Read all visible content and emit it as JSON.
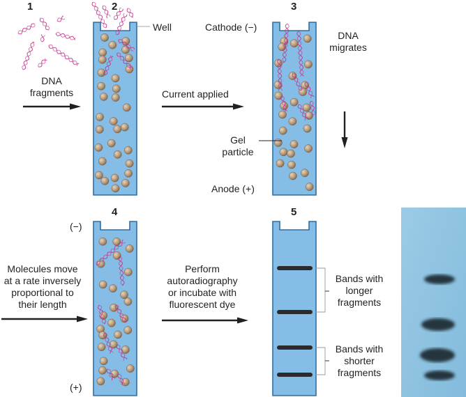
{
  "title": "Gel electrophoresis of DNA fragments",
  "colors": {
    "gel": "#86bde6",
    "gel_border": "#2e6fa3",
    "particle": "#b59a7a",
    "dna": "#c2368c",
    "band": "#2b2b2e",
    "photo_bg": "#8fc3df"
  },
  "steps": [
    {
      "number": "1",
      "label_lines": [
        "DNA",
        "fragments"
      ]
    },
    {
      "number": "2",
      "label": "Well"
    },
    {
      "number": "3",
      "cathode": "Cathode (−)",
      "anode": "Anode (+)",
      "gel_particle_lines": [
        "Gel",
        "particle"
      ],
      "migrates_lines": [
        "DNA",
        "migrates"
      ]
    },
    {
      "number": "4",
      "minus": "(−)",
      "plus": "(+)"
    },
    {
      "number": "5",
      "longer_lines": [
        "Bands with",
        "longer",
        "fragments"
      ],
      "shorter_lines": [
        "Bands with",
        "shorter",
        "fragments"
      ]
    }
  ],
  "arrows": {
    "current_applied": "Current applied",
    "molecules_lines": [
      "Molecules move",
      "at a rate inversely",
      "proportional to",
      "their length"
    ],
    "perform_lines": [
      "Perform",
      "autoradiography",
      "or incubate with",
      "fluorescent dye"
    ]
  },
  "icons": {
    "arrow": "right-arrow-icon",
    "down_arrow": "down-arrow-icon"
  }
}
